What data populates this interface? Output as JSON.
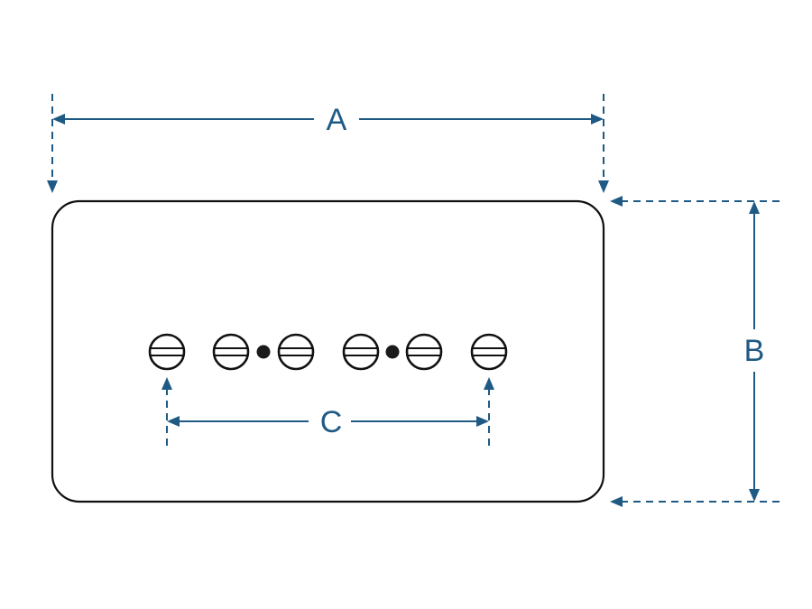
{
  "labels": {
    "a": "A",
    "b": "B",
    "c": "C"
  },
  "colors": {
    "dimension": "#1f5a85",
    "outline": "#111111"
  },
  "pole_pieces": {
    "screw_count": 6,
    "dot_count": 2
  }
}
